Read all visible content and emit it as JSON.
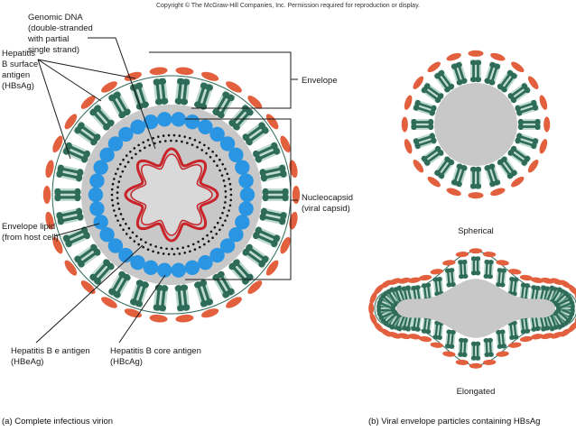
{
  "copyright": "Copyright © The McGraw-Hill Companies, Inc. Permission required for reproduction or display.",
  "labels": {
    "genomic_dna": [
      "Genomic DNA",
      "(double-stranded",
      "with partial",
      "single strand)"
    ],
    "hbsag": [
      "Hepatitis",
      "B surface",
      "antigen",
      "(HBsAg)"
    ],
    "envelope": "Envelope",
    "nucleocapsid": [
      "Nucleocapsid",
      "(viral capsid)"
    ],
    "envelope_lipid": [
      "Envelope lipid",
      "(from host cell)"
    ],
    "hbeag": [
      "Hepatitis B e antigen",
      "(HBeAg)"
    ],
    "hbcag": [
      "Hepatitis B core antigen",
      "(HBcAg)"
    ],
    "spherical": "Spherical",
    "elongated": "Elongated"
  },
  "captions": {
    "a": "(a)  Complete infectious virion",
    "b": "(b)  Viral envelope particles containing HBsAg"
  },
  "colors": {
    "hbsag_orange": "#e3603e",
    "envelope_green": "#2e6b58",
    "envelope_light": "#8bbba9",
    "capsid_blue": "#2a95e2",
    "dna_red": "#c8242a",
    "interior_gray": "#c8c8c8"
  }
}
